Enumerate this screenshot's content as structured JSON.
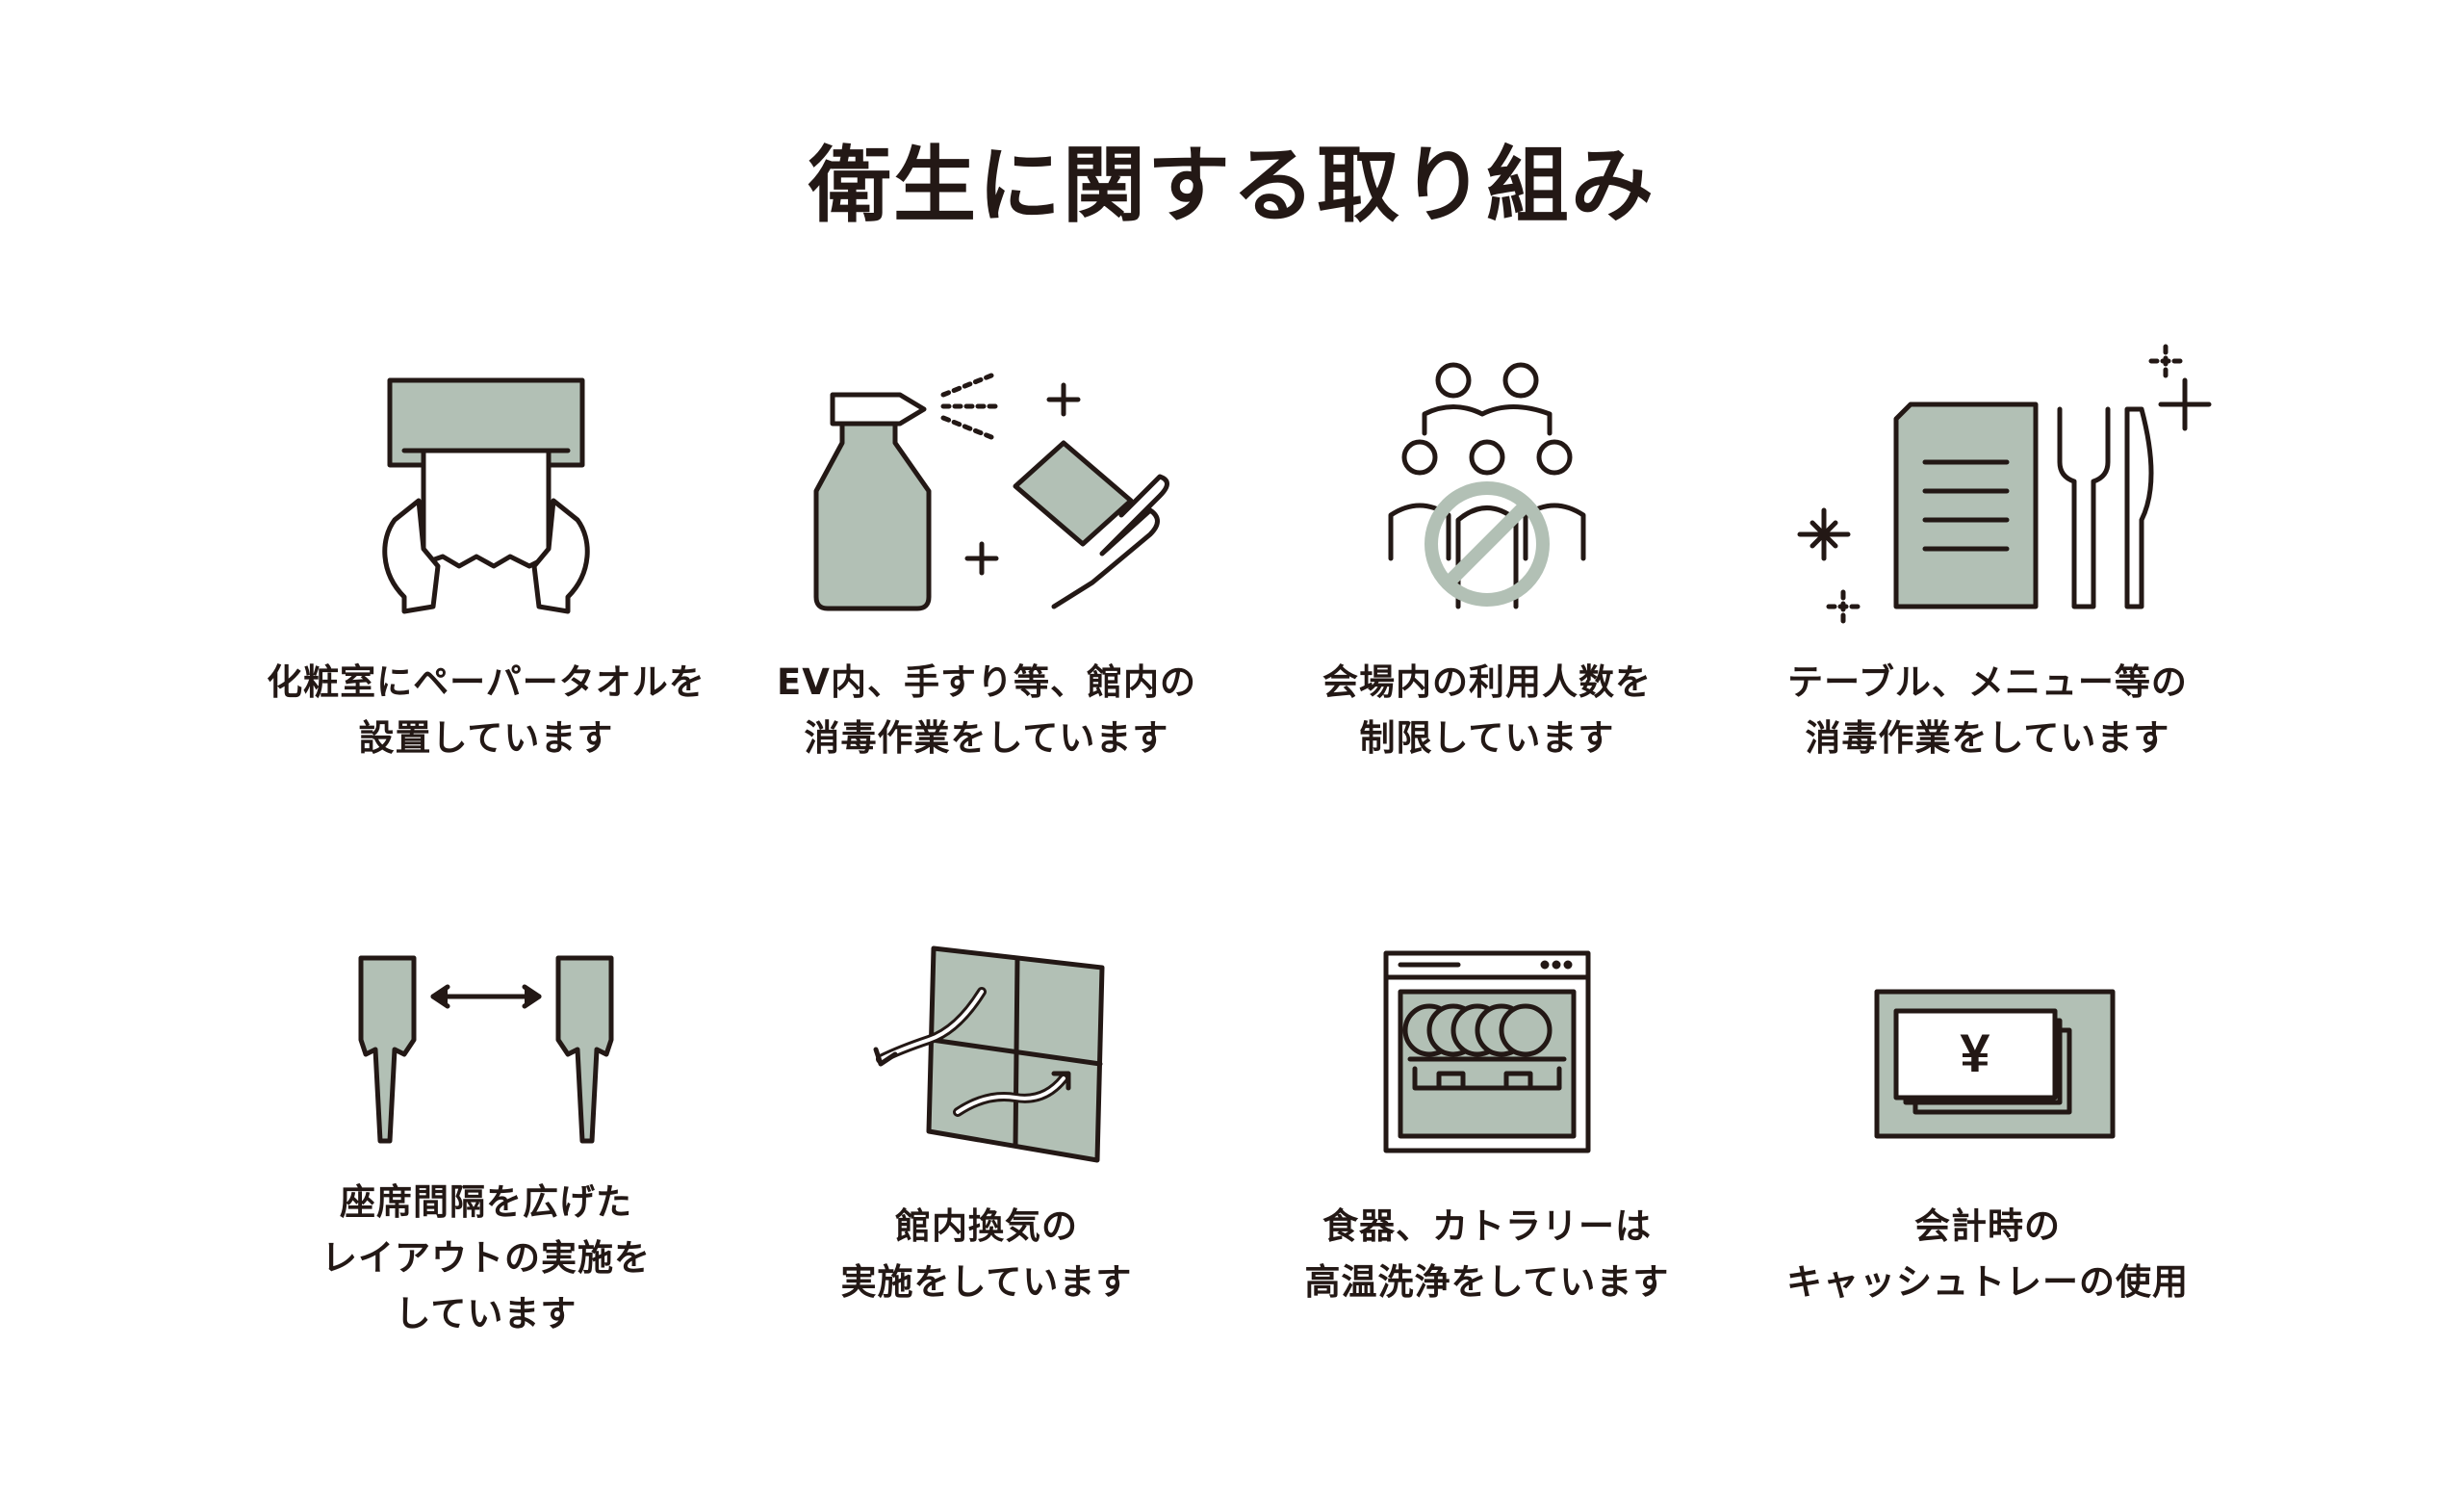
{
  "title": "衛生に関する取り組み",
  "colors": {
    "accent": "#b2c0b5",
    "ink": "#231815",
    "background": "#ffffff"
  },
  "items": [
    {
      "icon": "paper-towel-dispenser-icon",
      "lines": [
        "化粧室にペーパータオルを",
        "設置しています"
      ]
    },
    {
      "icon": "disinfectant-spray-icon",
      "lines": [
        "EV内、手すり等、館内の",
        "消毒作業をしています"
      ]
    },
    {
      "icon": "crowd-limit-icon",
      "lines": [
        "会場内の利用人数を",
        "制限しています"
      ]
    },
    {
      "icon": "menu-cutlery-disinfect-icon",
      "lines": [
        "テーブル、メニュー等の",
        "消毒作業をしています"
      ]
    },
    {
      "icon": "seat-spacing-icon",
      "lines": [
        "座席間隔を広げた",
        "レイアウトの実施を",
        "しています"
      ]
    },
    {
      "icon": "window-ventilation-icon",
      "lines": [
        "館内換気の",
        "実施をしています"
      ]
    },
    {
      "icon": "dishwasher-icon",
      "lines": [
        "食器、カトラリーは",
        "高温洗浄をしています"
      ]
    },
    {
      "icon": "cash-tray-icon",
      "lines": [
        "会計時の",
        "キャッシュトレーの使用"
      ]
    }
  ]
}
